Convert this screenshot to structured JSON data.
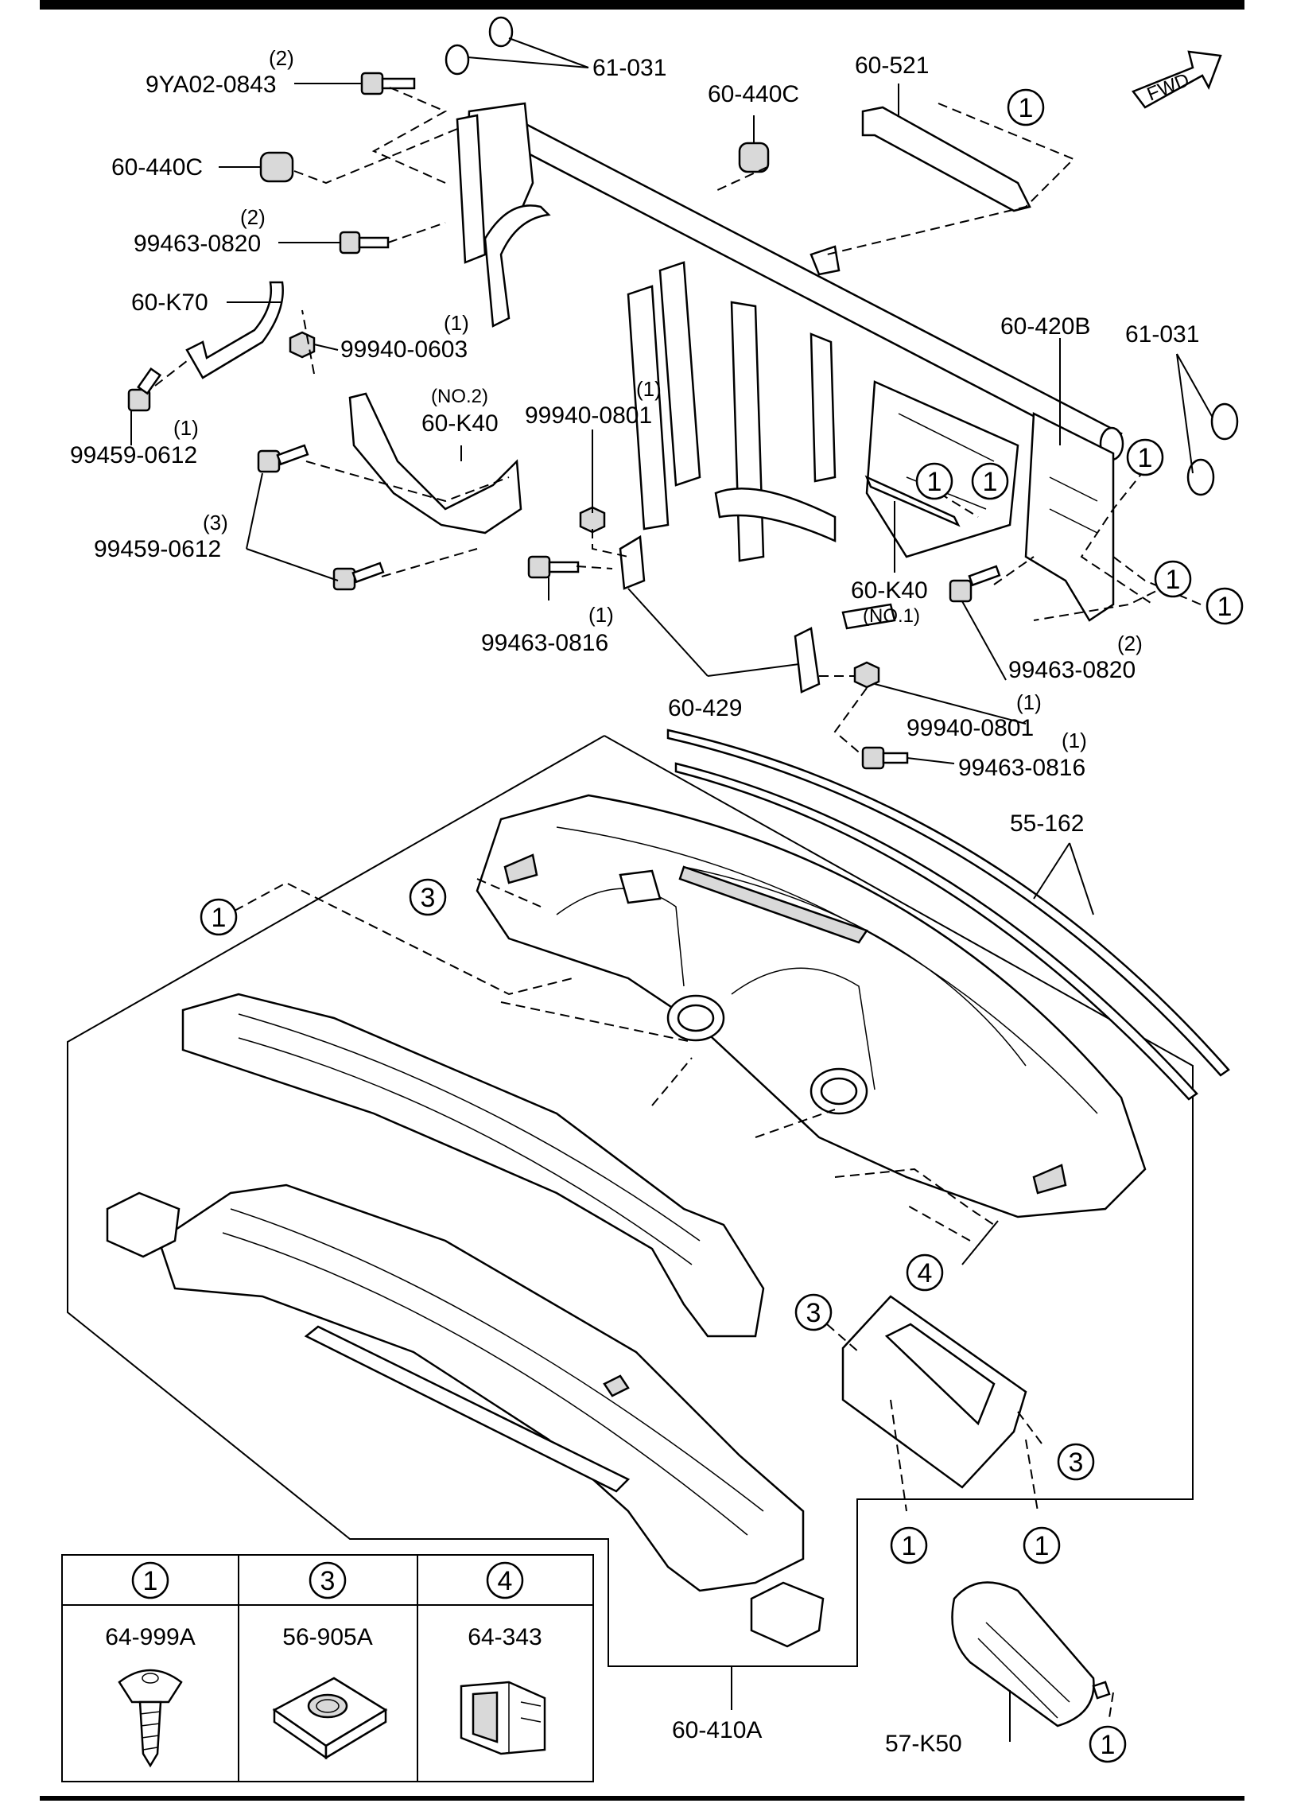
{
  "parts": {
    "p9YA02_0843": {
      "code": "9YA02-0843",
      "qty": "(2)"
    },
    "p61_031_top": {
      "code": "61-031"
    },
    "p60_440C_top": {
      "code": "60-440C"
    },
    "p60_521": {
      "code": "60-521"
    },
    "p60_440C_left": {
      "code": "60-440C"
    },
    "p99463_0820_left": {
      "code": "99463-0820",
      "qty": "(2)"
    },
    "p60_K70": {
      "code": "60-K70"
    },
    "p99940_0603": {
      "code": "99940-0603",
      "qty": "(1)"
    },
    "p99459_0612_a": {
      "code": "99459-0612",
      "qty": "(1)"
    },
    "p60_K40_no2": {
      "code": "60-K40",
      "note": "(NO.2)"
    },
    "p99940_0801_left": {
      "code": "99940-0801",
      "qty": "(1)"
    },
    "p60_420B": {
      "code": "60-420B"
    },
    "p61_031_right": {
      "code": "61-031"
    },
    "p99459_0612_b": {
      "code": "99459-0612",
      "qty": "(3)"
    },
    "p99463_0816_left": {
      "code": "99463-0816",
      "qty": "(1)"
    },
    "p60_K40_no1": {
      "code": "60-K40",
      "note": "(NO.1)"
    },
    "p99463_0820_right": {
      "code": "99463-0820",
      "qty": "(2)"
    },
    "p60_429": {
      "code": "60-429"
    },
    "p99940_0801_right": {
      "code": "99940-0801",
      "qty": "(1)"
    },
    "p99463_0816_right": {
      "code": "99463-0816",
      "qty": "(1)"
    },
    "p55_162": {
      "code": "55-162"
    },
    "p60_410A": {
      "code": "60-410A"
    },
    "p57_K50": {
      "code": "57-K50"
    }
  },
  "fwd_label": "FWD",
  "markers": {
    "m1": "1",
    "m3": "3",
    "m4": "4"
  },
  "legend": {
    "columns": [
      {
        "marker": "1",
        "part": "64-999A",
        "icon": "screw-icon"
      },
      {
        "marker": "3",
        "part": "56-905A",
        "icon": "clip-nut-icon"
      },
      {
        "marker": "4",
        "part": "64-343",
        "icon": "clip-icon"
      }
    ]
  }
}
